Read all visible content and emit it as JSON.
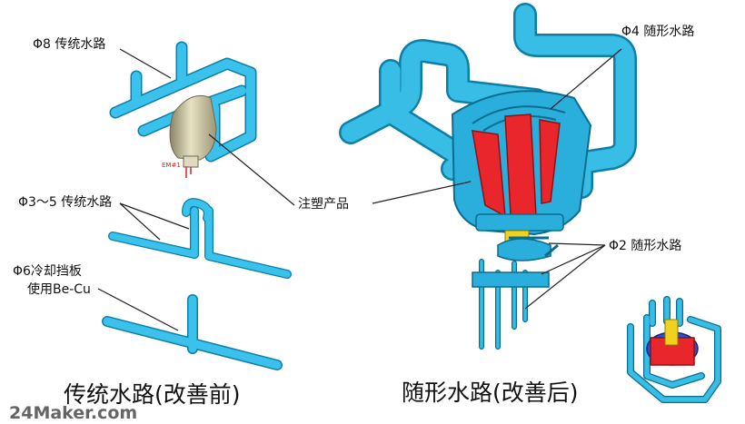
{
  "labels": {
    "phi8": "Φ8 传统水路",
    "phi3_5": "Φ3～5 传统水路",
    "phi6_line1": "Φ6冷却挡板",
    "phi6_line2": "使用Be-Cu",
    "product": "注塑产品",
    "phi4": "Φ4 随形水路",
    "phi2": "Φ2 随形水路"
  },
  "captions": {
    "before": "传统水路(改善前)",
    "after": "随形水路(改善后)"
  },
  "watermark": "24Maker.com",
  "colors": {
    "channel_fill": "#38bde6",
    "channel_edge": "#0a6c8f",
    "insert_red": "#e8262b",
    "core_yellow": "#f0d21e",
    "part_beige": "#e8e2c4"
  }
}
